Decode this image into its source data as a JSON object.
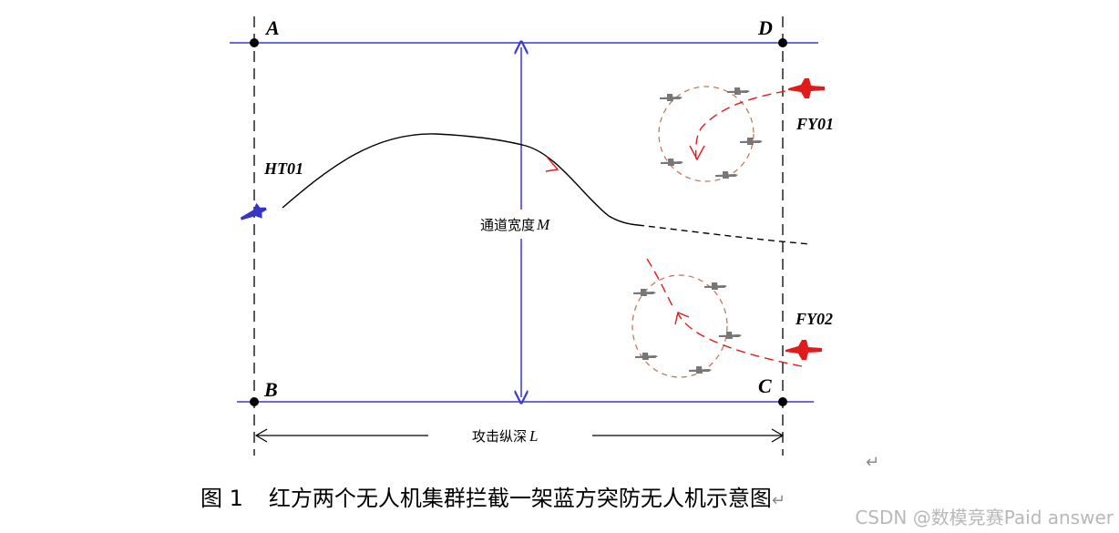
{
  "points": {
    "A": "A",
    "B": "B",
    "C": "C",
    "D": "D"
  },
  "uav_labels": {
    "blue": "HT01",
    "red_top": "FY01",
    "red_bottom": "FY02"
  },
  "channel_width": {
    "text": "通道宽度",
    "var": "M"
  },
  "attack_depth": {
    "text": "攻击纵深",
    "var": "L"
  },
  "caption": {
    "figure": "图 1",
    "text": "红方两个无人机集群拦截一架蓝方突防无人机示意图"
  },
  "return_mark": "↵",
  "watermark": "CSDN @数模竞赛Paid answer",
  "colors": {
    "boundary": "#3a3ad6",
    "blue_uav": "#3535c8",
    "red_uav": "#e01b1b",
    "swarm_circle": "#c0704a",
    "drone": "#777777"
  },
  "icons": {
    "blue_uav": "blue-jet-icon",
    "red_uav": "red-jet-icon",
    "swarm_drone": "drone-icon"
  }
}
